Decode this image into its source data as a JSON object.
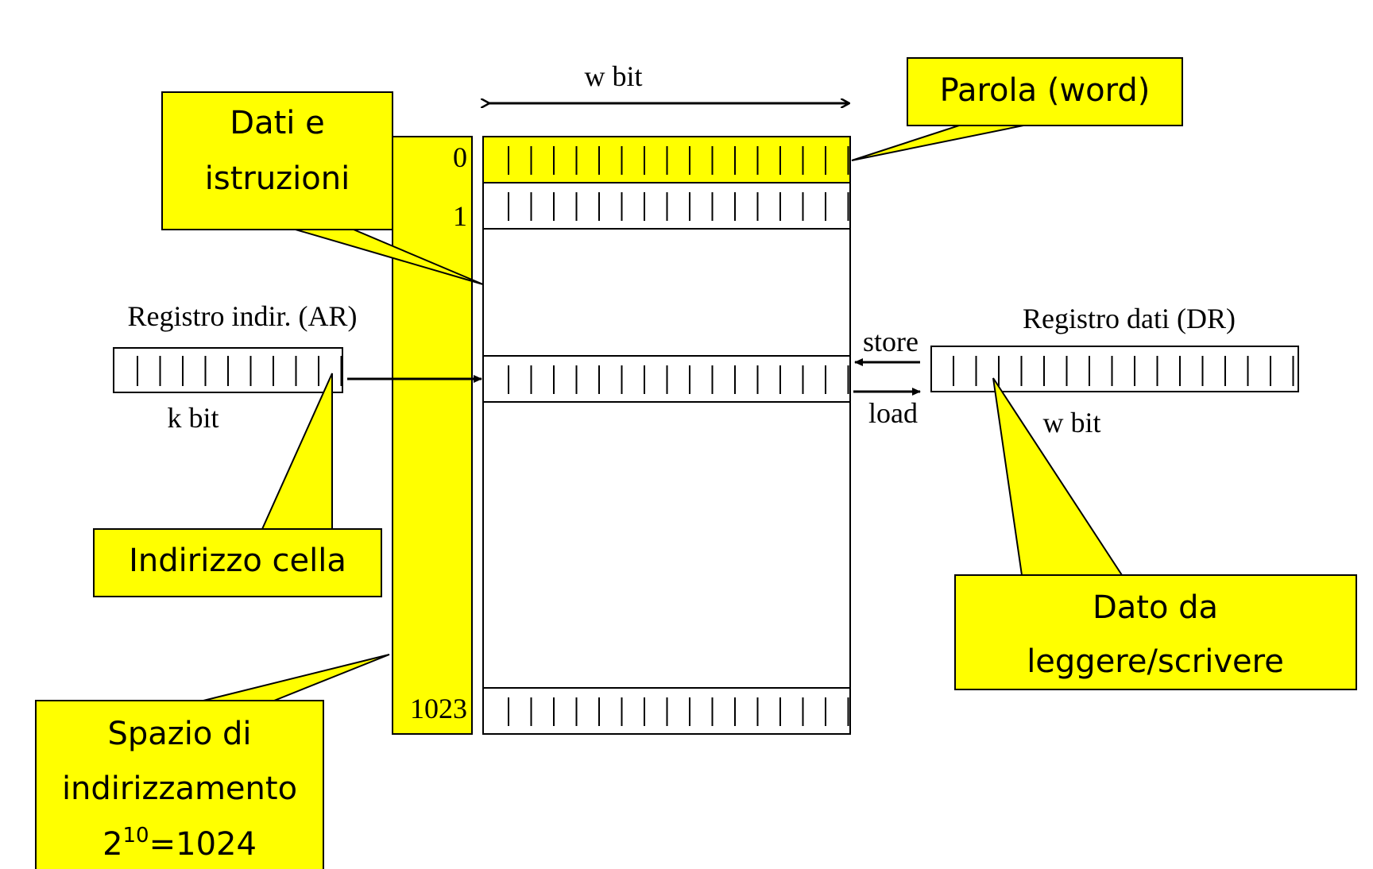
{
  "labels": {
    "w_bit_top": "w bit",
    "w_bit_dr": "w bit",
    "k_bit": "k bit",
    "ar_title": "Registro indir. (AR)",
    "dr_title": "Registro dati (DR)",
    "store": "store",
    "load": "load",
    "addr_0": "0",
    "addr_1": "1",
    "addr_last": "1023"
  },
  "callouts": {
    "parola": "Parola (word)",
    "dati_line1": "Dati e",
    "dati_line2": "istruzioni",
    "indirizzo": "Indirizzo cella",
    "dato_line1": "Dato da",
    "dato_line2": "leggere/scrivere",
    "spazio_line1": "Spazio di",
    "spazio_line2": "indirizzamento",
    "spazio_base": "2",
    "spazio_exp": "10",
    "spazio_rest": "=1024"
  },
  "structure": {
    "word_bits_drawn": 16,
    "address_bits_drawn": 10,
    "dr_bits_drawn": 16
  },
  "colors": {
    "highlight": "#ffff00",
    "stroke": "#000000"
  }
}
